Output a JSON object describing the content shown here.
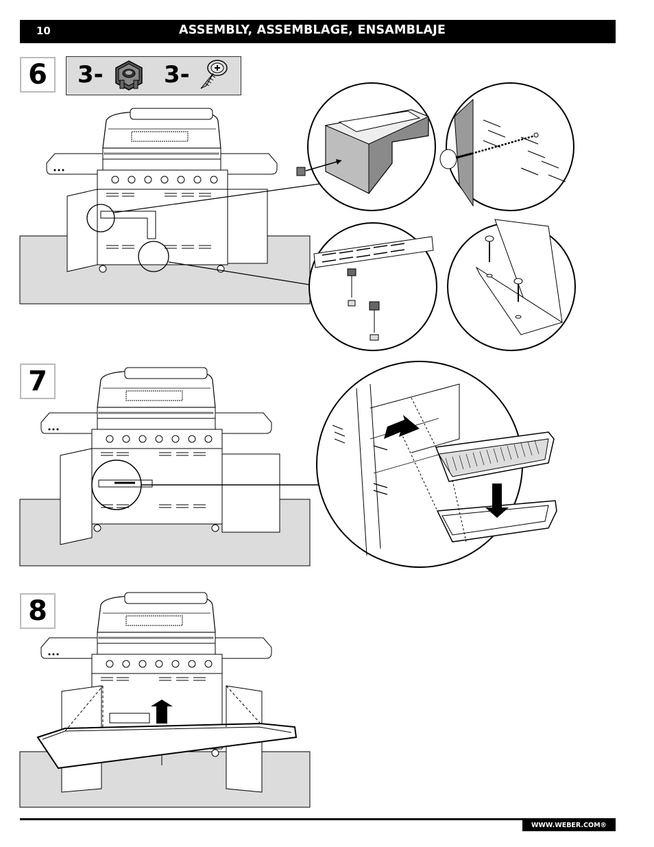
{
  "header": {
    "page_number": "10",
    "title": "ASSEMBLY, ASSEMBLAGE, ENSAMBLAJE"
  },
  "steps": [
    {
      "number": "6",
      "parts": [
        {
          "qty": "3-",
          "icon": "clip-nut-icon"
        },
        {
          "qty": "3-",
          "icon": "screw-icon"
        }
      ]
    },
    {
      "number": "7"
    },
    {
      "number": "8"
    }
  ],
  "footer": {
    "url": "WWW.WEBER.COM®"
  }
}
